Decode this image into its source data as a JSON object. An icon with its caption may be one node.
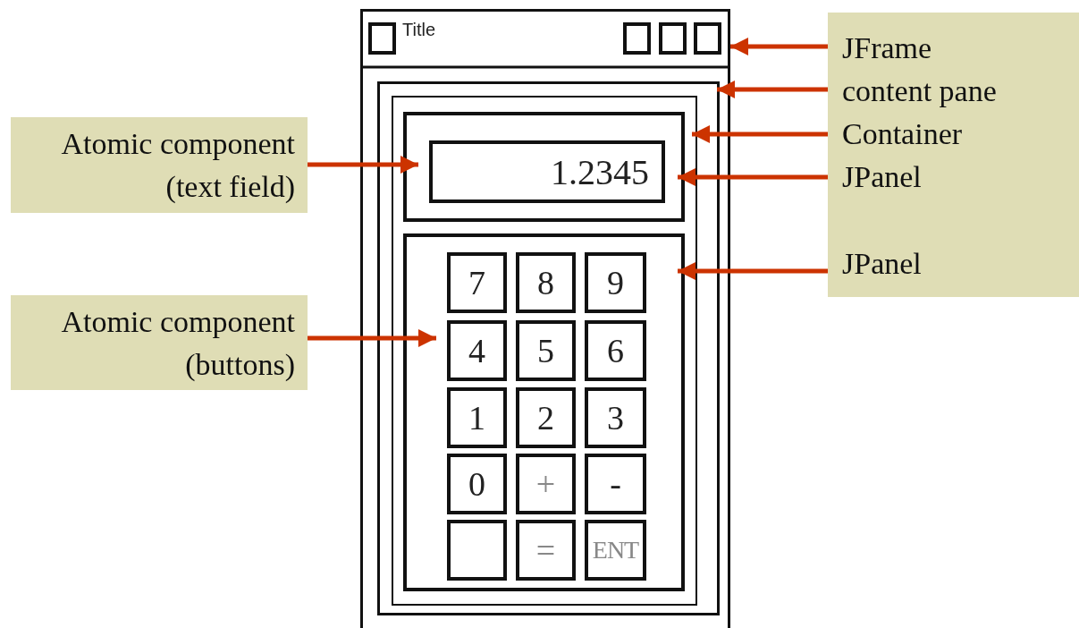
{
  "diagram": {
    "nodes": [
      {
        "text": [
          "Title"
        ]
      },
      {
        "text": [],
        "shape": "box",
        "in": 0
      },
      {
        "text": [],
        "shape": "box",
        "in": 1
      },
      {
        "text": [],
        "shape": "box",
        "in": 2
      },
      {
        "text": [
          "1.2345"
        ],
        "in": 3
      },
      {
        "text": [],
        "shape": "box",
        "in": 2
      },
      {
        "text": [
          "7"
        ],
        "in": 5
      },
      {
        "text": [
          "8"
        ],
        "in": 5
      },
      {
        "text": [
          "9"
        ],
        "in": 5
      },
      {
        "text": [
          "4"
        ],
        "in": 5
      },
      {
        "text": [
          "5"
        ],
        "in": 5
      },
      {
        "text": [
          "6"
        ],
        "in": 5
      },
      {
        "text": [
          "1"
        ],
        "in": 5
      },
      {
        "text": [
          "2"
        ],
        "in": 5
      },
      {
        "text": [
          "3"
        ],
        "in": 5
      },
      {
        "text": [
          "0"
        ],
        "in": 5
      },
      {
        "text": [
          "+"
        ],
        "in": 5
      },
      {
        "text": [
          "-"
        ],
        "in": 5
      },
      {
        "text": [],
        "shape": "box",
        "in": 5
      },
      {
        "text": [
          "="
        ],
        "in": 5
      },
      {
        "text": [
          "ENT"
        ],
        "in": 5
      },
      {
        "text": [],
        "shape": "box"
      },
      {
        "text": [
          "JFrame"
        ],
        "in": 21
      },
      {
        "text": [
          "content pane"
        ],
        "in": 21
      },
      {
        "text": [
          "Container"
        ],
        "in": 21
      },
      {
        "text": [
          "JPanel"
        ],
        "in": 21
      },
      {
        "text": [
          "JPanel"
        ],
        "in": 21
      },
      {
        "text": [
          "Atomic component (text field)"
        ]
      },
      {
        "text": [
          "Atomic component (buttons)"
        ]
      }
    ],
    "edges": [
      {
        "from": 22,
        "to": 0,
        "arrow": "to"
      },
      {
        "from": 23,
        "to": 1,
        "arrow": "to"
      },
      {
        "from": 24,
        "to": 2,
        "arrow": "to"
      },
      {
        "from": 25,
        "to": 3,
        "arrow": "to"
      },
      {
        "from": 26,
        "to": 5,
        "arrow": "to"
      },
      {
        "from": 27,
        "to": 4,
        "arrow": "to"
      },
      {
        "from": 28,
        "to": 9,
        "arrow": "to"
      }
    ]
  }
}
